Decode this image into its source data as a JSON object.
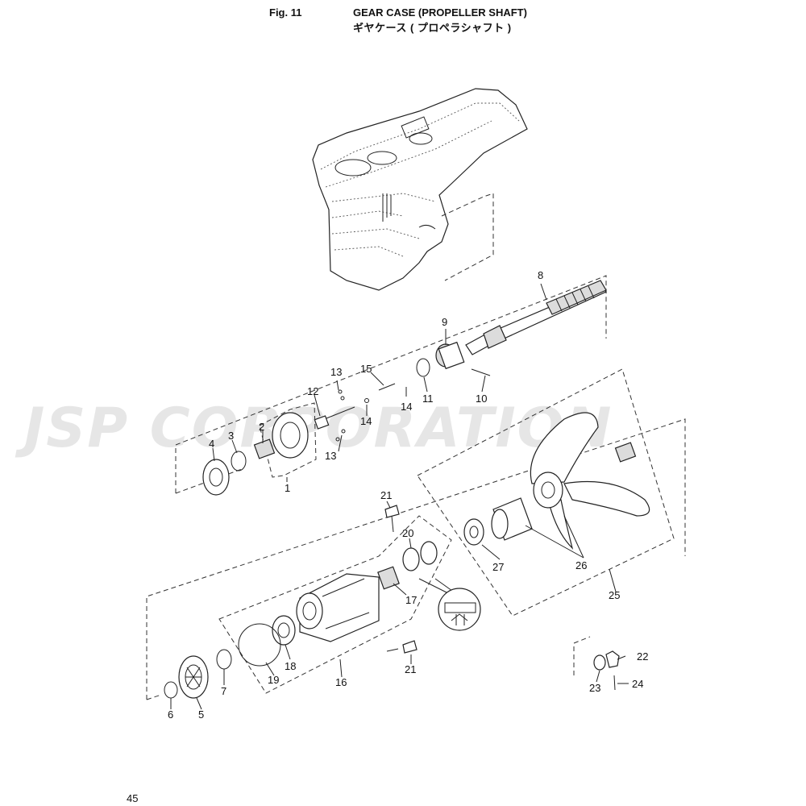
{
  "header": {
    "fig_no": "Fig. 11",
    "title": "GEAR CASE (PROPELLER SHAFT)",
    "title_jp": "ギヤケース ( プロペラシャフト )"
  },
  "watermark": "JSP CORPORATION",
  "page_number": "45",
  "callouts": [
    {
      "id": "c1",
      "label": "1"
    },
    {
      "id": "c2",
      "label": "2"
    },
    {
      "id": "c3",
      "label": "3"
    },
    {
      "id": "c4",
      "label": "4"
    },
    {
      "id": "c5",
      "label": "5"
    },
    {
      "id": "c6",
      "label": "6"
    },
    {
      "id": "c7",
      "label": "7"
    },
    {
      "id": "c8",
      "label": "8"
    },
    {
      "id": "c9",
      "label": "9"
    },
    {
      "id": "c10",
      "label": "10"
    },
    {
      "id": "c11",
      "label": "11"
    },
    {
      "id": "c12",
      "label": "12"
    },
    {
      "id": "c13a",
      "label": "13"
    },
    {
      "id": "c13b",
      "label": "13"
    },
    {
      "id": "c14a",
      "label": "14"
    },
    {
      "id": "c14b",
      "label": "14"
    },
    {
      "id": "c15",
      "label": "15"
    },
    {
      "id": "c16",
      "label": "16"
    },
    {
      "id": "c17",
      "label": "17"
    },
    {
      "id": "c18",
      "label": "18"
    },
    {
      "id": "c19",
      "label": "19"
    },
    {
      "id": "c20",
      "label": "20"
    },
    {
      "id": "c21a",
      "label": "21"
    },
    {
      "id": "c21b",
      "label": "21"
    },
    {
      "id": "c22",
      "label": "22"
    },
    {
      "id": "c23",
      "label": "23"
    },
    {
      "id": "c24",
      "label": "24"
    },
    {
      "id": "c25",
      "label": "25"
    },
    {
      "id": "c26",
      "label": "26"
    },
    {
      "id": "c27",
      "label": "27"
    }
  ]
}
